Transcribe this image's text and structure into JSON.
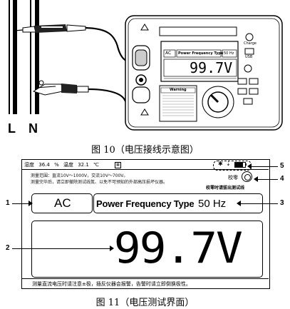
{
  "figure10": {
    "label_L": "L",
    "label_N": "N",
    "caption": "图 10（电压接线示意图）",
    "device": {
      "charge_label": "Charge",
      "usb_label": "USB",
      "screen_mode": "AC",
      "screen_type": "Power Frequency Type",
      "screen_freq": "50 Hz",
      "screen_value": "99.7V",
      "warning_title": "Warning"
    }
  },
  "figure11": {
    "caption": "图 11（电压测试界面）",
    "status": {
      "humidity_label": "湿度",
      "humidity_value": "36.4",
      "humidity_unit": "%",
      "temperature_label": "温度",
      "temperature_value": "32.1",
      "temperature_unit": "℃"
    },
    "info_line1": "测量范围：直流10V～1000V，交流10V～700V。",
    "info_line2": "测量完毕后，请立即撤除测试线氮、以免不可预知的外部高压损坏仪器。",
    "zero_label": "校零",
    "zero_hint": "校零时请拔出测试线",
    "mode": "AC",
    "test_type": "Power Frequency Type",
    "frequency": "50 Hz",
    "reading": "99.7V",
    "footer": "测量直流电压时请注意±极，插反仪器会报警，告警时请立即倒换极性。",
    "callouts": [
      "1",
      "2",
      "3",
      "4",
      "5"
    ]
  }
}
